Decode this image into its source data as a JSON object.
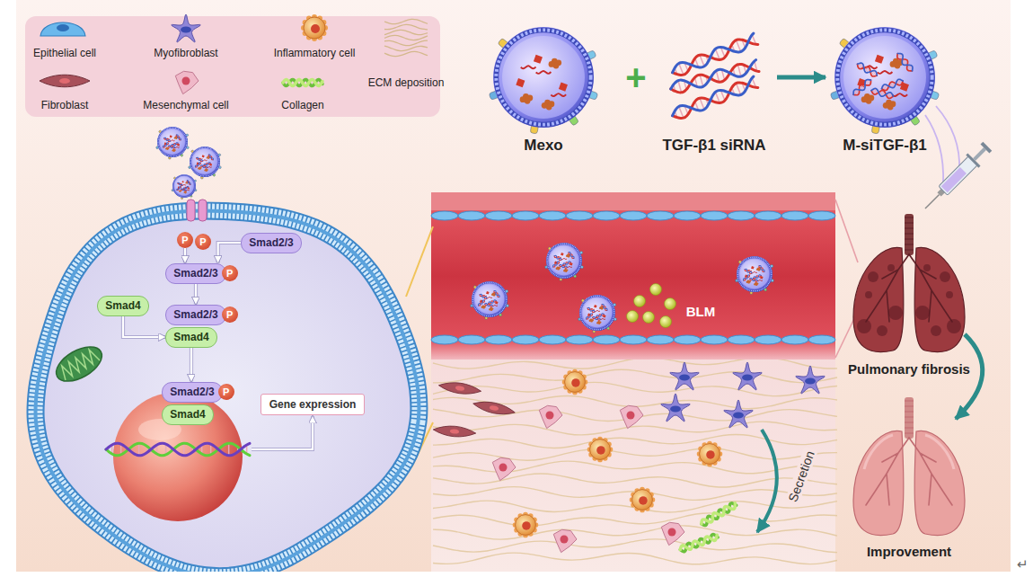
{
  "diagram": {
    "nodes": [
      {
        "text": [
          "Mexo"
        ]
      },
      {
        "text": [
          "TGF-β1 siRNA"
        ]
      },
      {
        "text": [
          "M-siTGF-β1"
        ]
      },
      {
        "text": [
          "P"
        ]
      },
      {
        "text": [
          "P"
        ]
      },
      {
        "text": [
          "Smad2/3"
        ]
      },
      {
        "text": [
          "Smad2/3"
        ]
      },
      {
        "text": [
          "P"
        ]
      },
      {
        "text": [
          "Smad4"
        ]
      },
      {
        "text": [
          "Smad2/3"
        ]
      },
      {
        "text": [
          "P"
        ]
      },
      {
        "text": [
          "Smad4"
        ]
      },
      {
        "text": [
          "Smad2/3"
        ]
      },
      {
        "text": [
          "P"
        ]
      },
      {
        "text": [
          "Smad4"
        ]
      },
      {
        "text": [
          "Gene expression"
        ]
      }
    ],
    "edges": [
      {
        "from": 1,
        "to": 2,
        "arrow": "to"
      },
      {
        "from": 3,
        "to": 6,
        "arrow": "to"
      },
      {
        "from": 5,
        "to": 6,
        "arrow": "to"
      },
      {
        "from": 6,
        "to": 9,
        "arrow": "to"
      },
      {
        "from": 8,
        "to": 11,
        "arrow": "to"
      },
      {
        "from": 11,
        "to": 12,
        "arrow": "to"
      }
    ],
    "labels": [
      "+",
      "BLM",
      "Secretion",
      "Pulmonary fibrosis",
      "Improvement",
      "↵"
    ],
    "legend": [
      {
        "text": "Epithelial cell"
      },
      {
        "text": "Myofibroblast"
      },
      {
        "text": "Inflammatory cell"
      },
      {
        "text": "ECM deposition"
      },
      {
        "text": "Fibroblast"
      },
      {
        "text": "Mesenchymal cell"
      },
      {
        "text": "Collagen"
      }
    ]
  }
}
